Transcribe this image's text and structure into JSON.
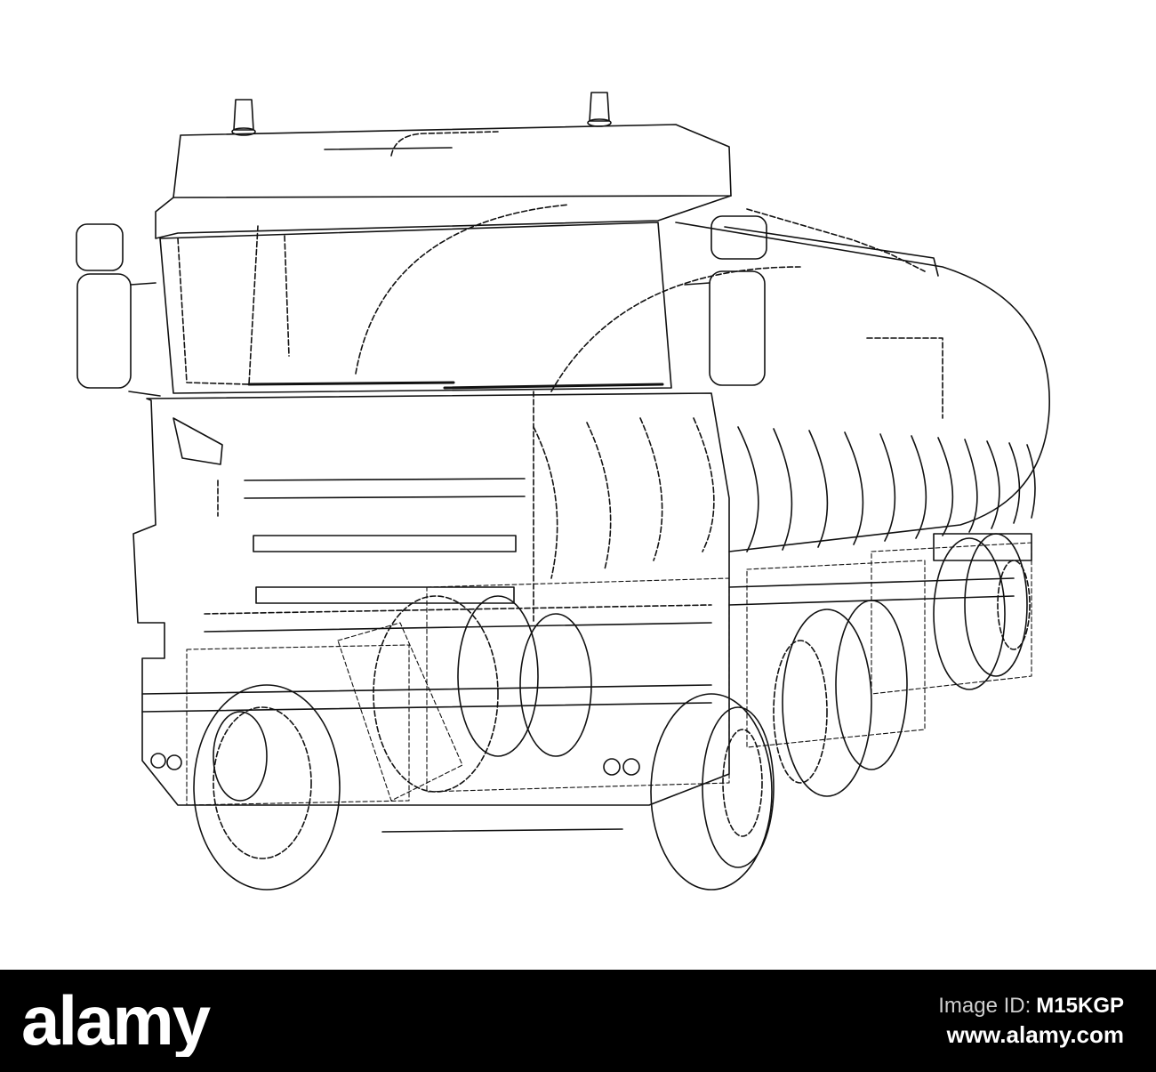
{
  "image": {
    "subject": "truck-wireframe",
    "line_color": "#111111",
    "background": "#ffffff"
  },
  "watermark": {
    "brand": "alamy",
    "image_id_label": "Image ID:",
    "image_id": "M15KGP",
    "url": "www.alamy.com",
    "bar_color": "#000000",
    "text_color": "#ffffff"
  }
}
